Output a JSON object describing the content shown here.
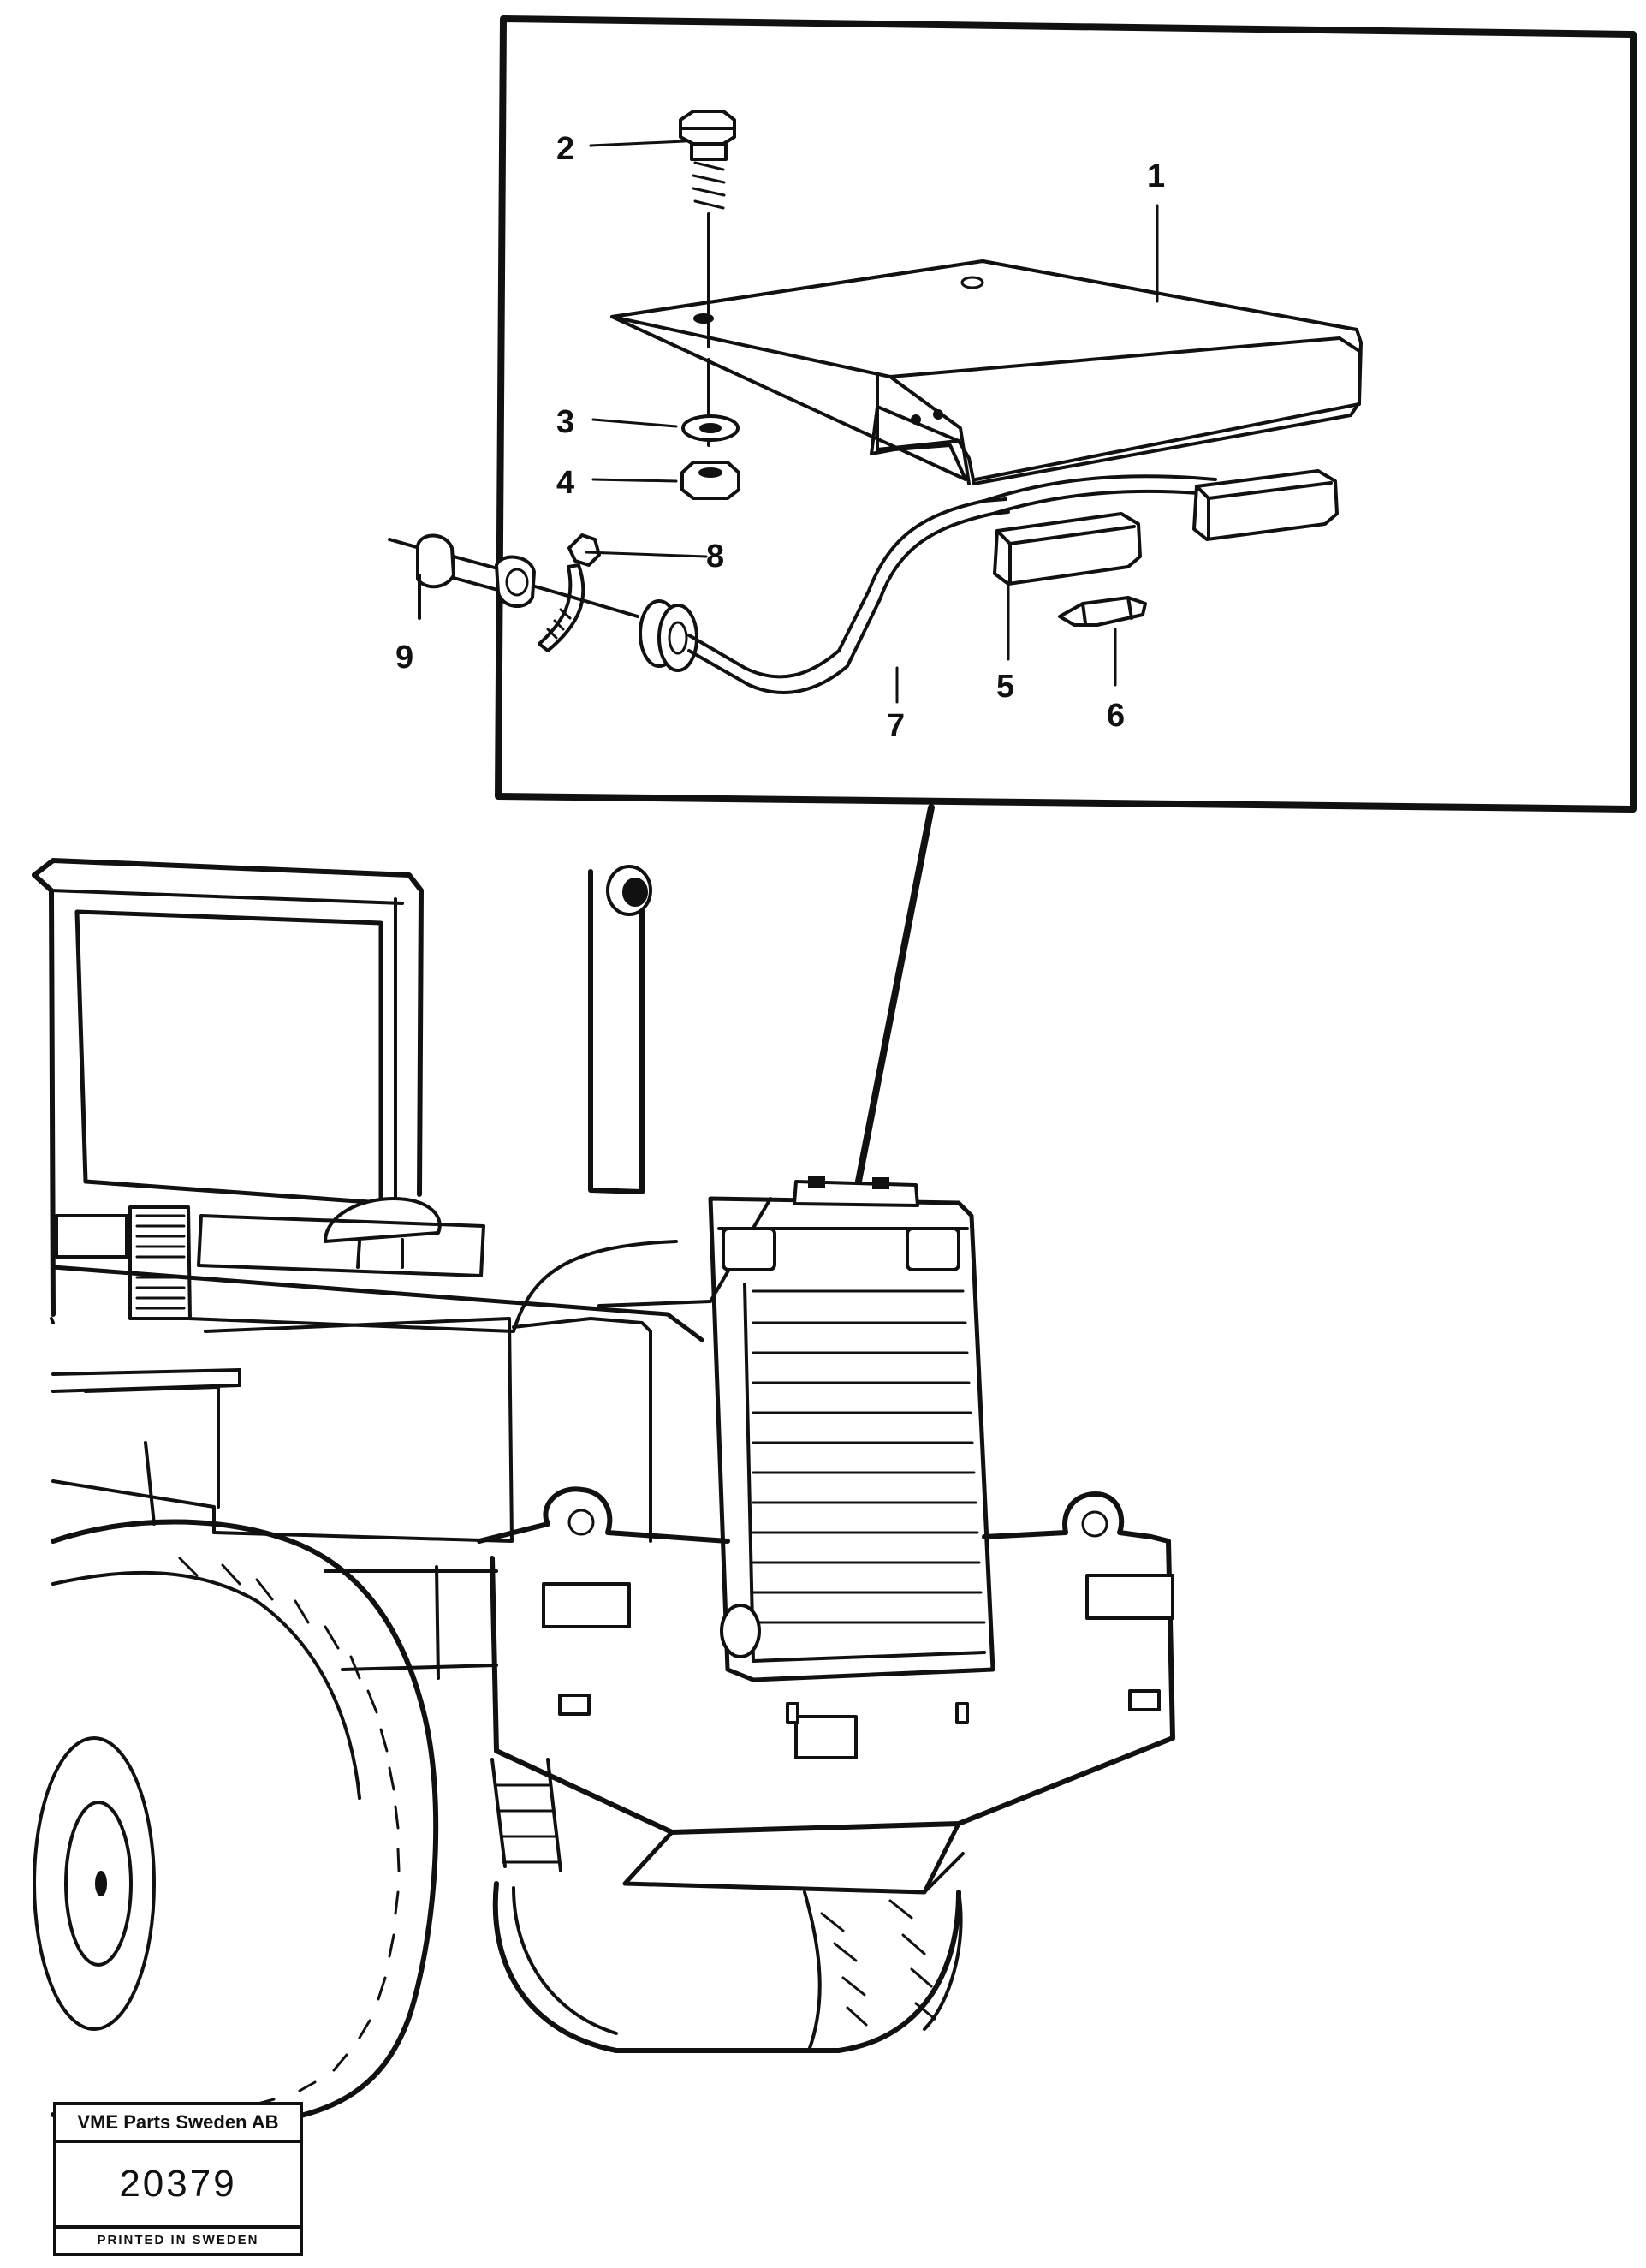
{
  "callouts": {
    "c1": "1",
    "c2": "2",
    "c3": "3",
    "c4": "4",
    "c5": "5",
    "c6": "6",
    "c7": "7",
    "c8": "8",
    "c9": "9"
  },
  "stamp": {
    "company": "VME Parts Sweden AB",
    "number": "20379",
    "printed": "PRINTED IN SWEDEN"
  }
}
